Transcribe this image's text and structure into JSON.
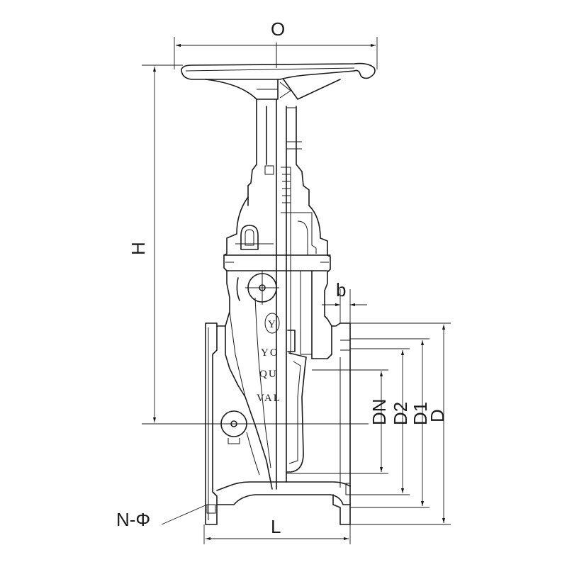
{
  "labels": {
    "O": "O",
    "H": "H",
    "b": "b",
    "DN": "DN",
    "D2": "D2",
    "D1": "D1",
    "D": "D",
    "L": "L",
    "NPhi": "N-Φ"
  },
  "brand": [
    "Y",
    "YO",
    "QU",
    "VAL"
  ],
  "colors": {
    "ink": "#1a1a1a",
    "background": "#ffffff"
  }
}
